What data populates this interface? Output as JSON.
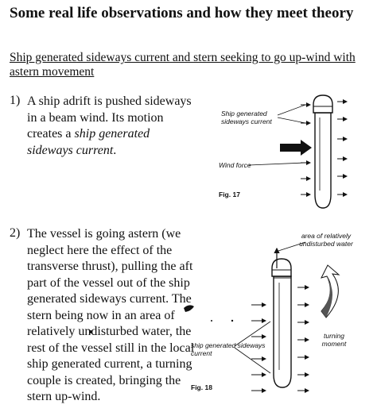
{
  "heading": "Some real life observations and how they meet theory",
  "subheading": "Ship generated sideways current and stern seeking to go up-wind with astern movement",
  "items": [
    {
      "number": "1)",
      "text_plain": "A ship adrift is pushed sideways in a beam wind. Its motion creates a ",
      "text_italic": "ship generated sideways current",
      "text_end": "."
    },
    {
      "number": "2)",
      "text": "The vessel is going astern (we neglect here the effect of the transverse thrust), pulling the aft part of the vessel out of the ship generated sideways current. The stern being now in an area of relatively undisturbed water, the rest of the vessel still in the local ship generated current, a turning couple is created, bringing the stern up-wind."
    }
  ],
  "fig17": {
    "label_current": "Ship generated sideways current",
    "label_wind": "Wind force",
    "caption": "Fig. 17"
  },
  "fig18": {
    "label_area": "area of relatively undisturbed water",
    "label_moment": "turning moment",
    "label_current": "ship generated sideways current",
    "caption": "Fig. 18"
  }
}
